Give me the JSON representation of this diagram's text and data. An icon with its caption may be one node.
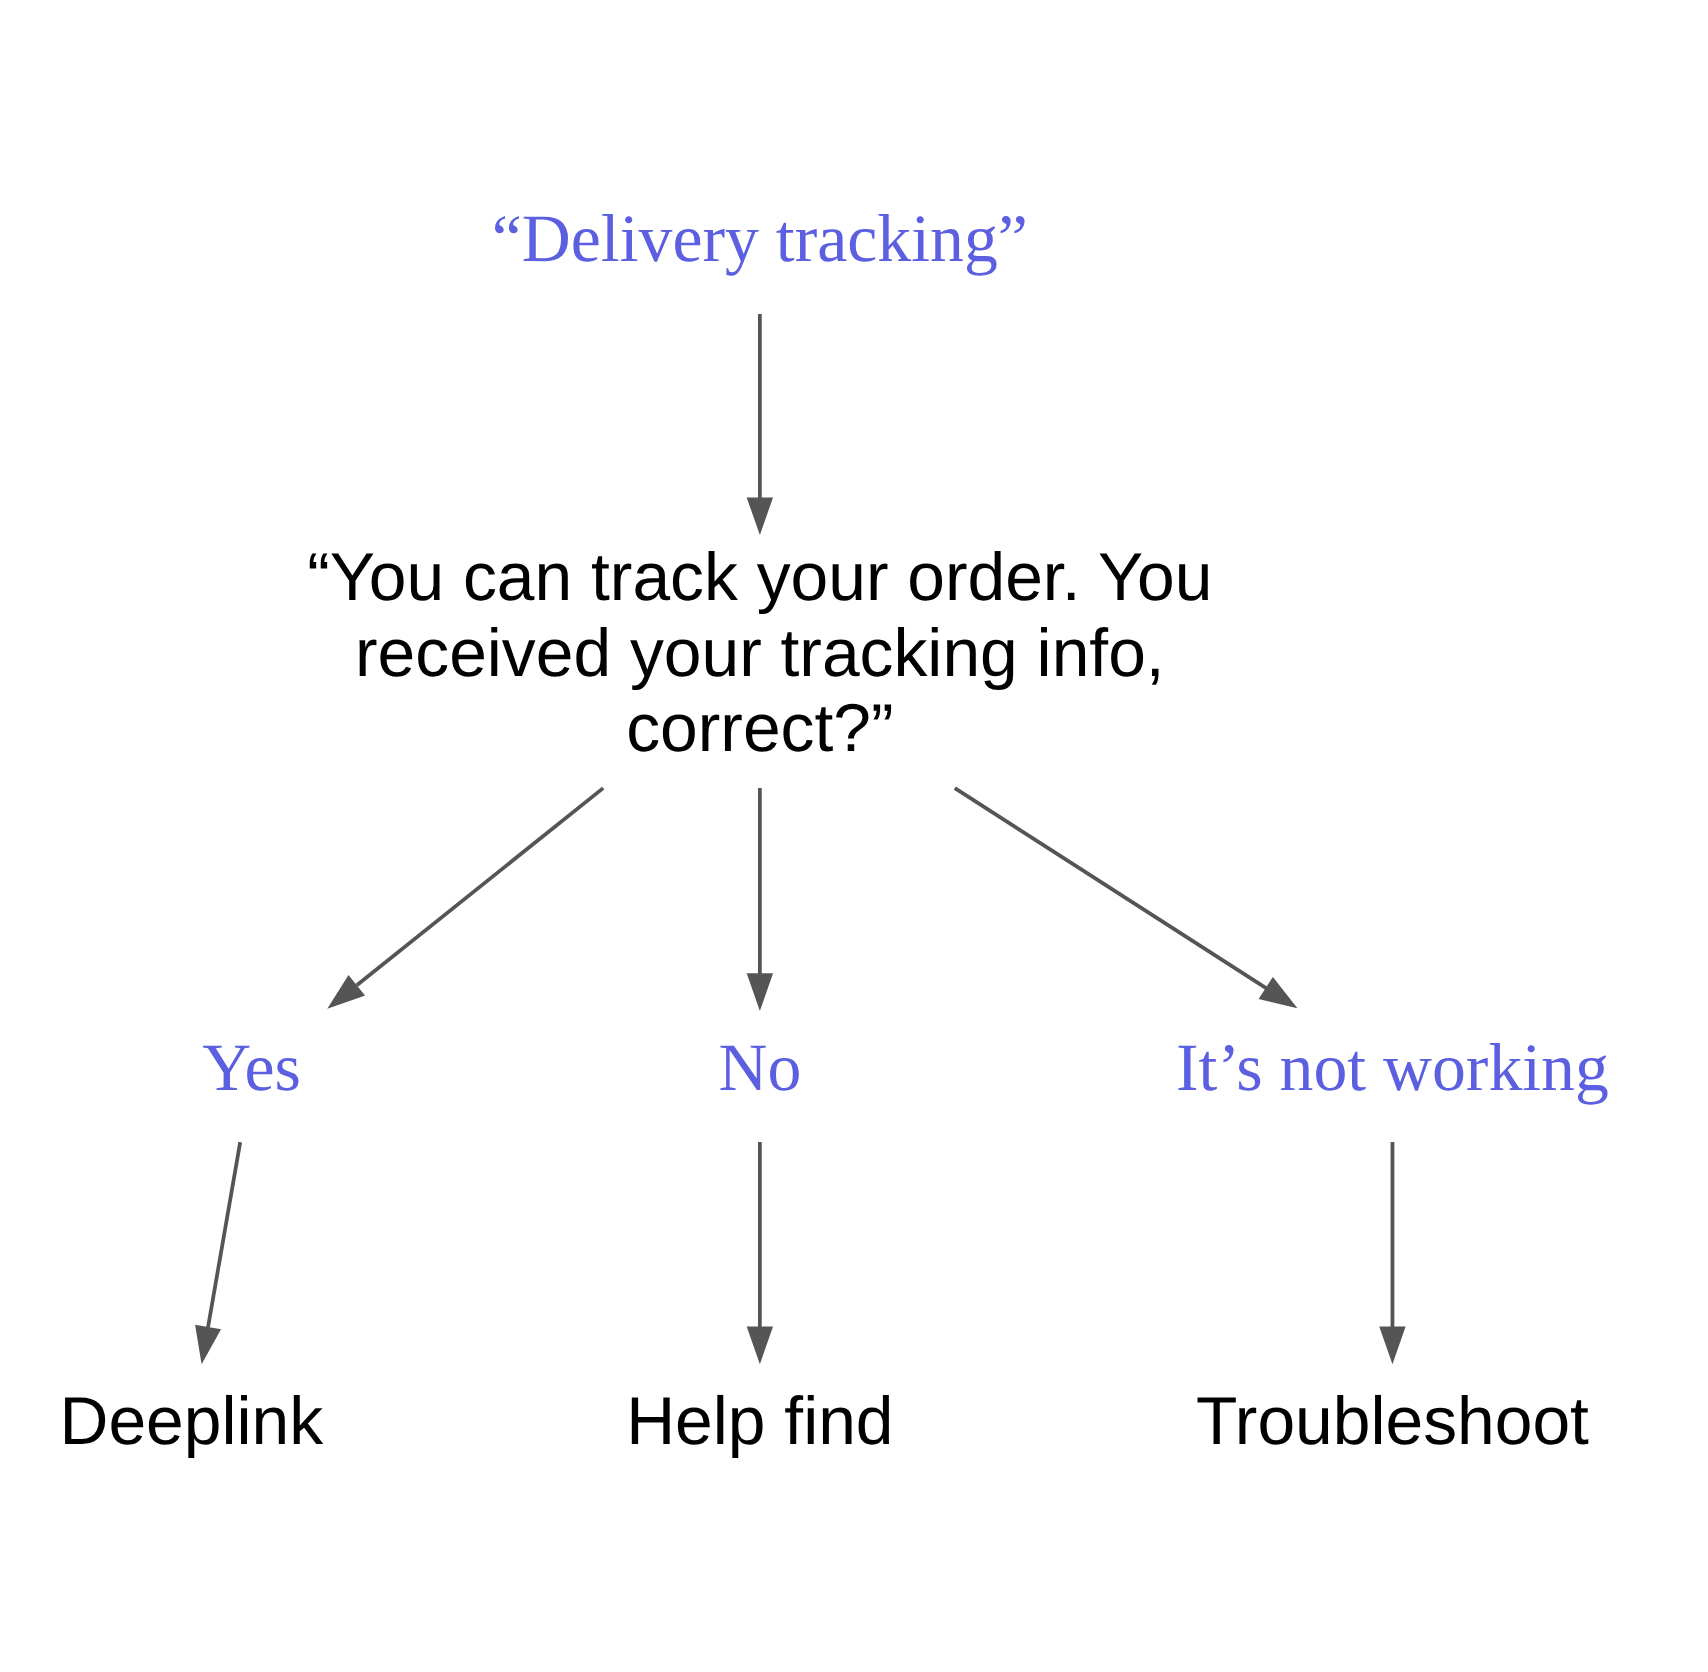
{
  "diagram": {
    "nodes": [
      {
        "text": [
          "“Delivery tracking”"
        ]
      },
      {
        "text": [
          "“You can track your order. You received your tracking info, correct?”"
        ]
      },
      {
        "text": [
          "Yes"
        ]
      },
      {
        "text": [
          "No"
        ]
      },
      {
        "text": [
          "It’s not working"
        ]
      },
      {
        "text": [
          "Deeplink"
        ]
      },
      {
        "text": [
          "Help find"
        ]
      },
      {
        "text": [
          "Troubleshoot"
        ]
      }
    ],
    "edges": [
      {
        "from": 0,
        "to": 1,
        "arrow": "to"
      },
      {
        "from": 1,
        "to": 2,
        "arrow": "to"
      },
      {
        "from": 1,
        "to": 3,
        "arrow": "to"
      },
      {
        "from": 1,
        "to": 4,
        "arrow": "to"
      },
      {
        "from": 2,
        "to": 5,
        "arrow": "to"
      },
      {
        "from": 3,
        "to": 6,
        "arrow": "to"
      },
      {
        "from": 4,
        "to": 7,
        "arrow": "to"
      }
    ]
  }
}
